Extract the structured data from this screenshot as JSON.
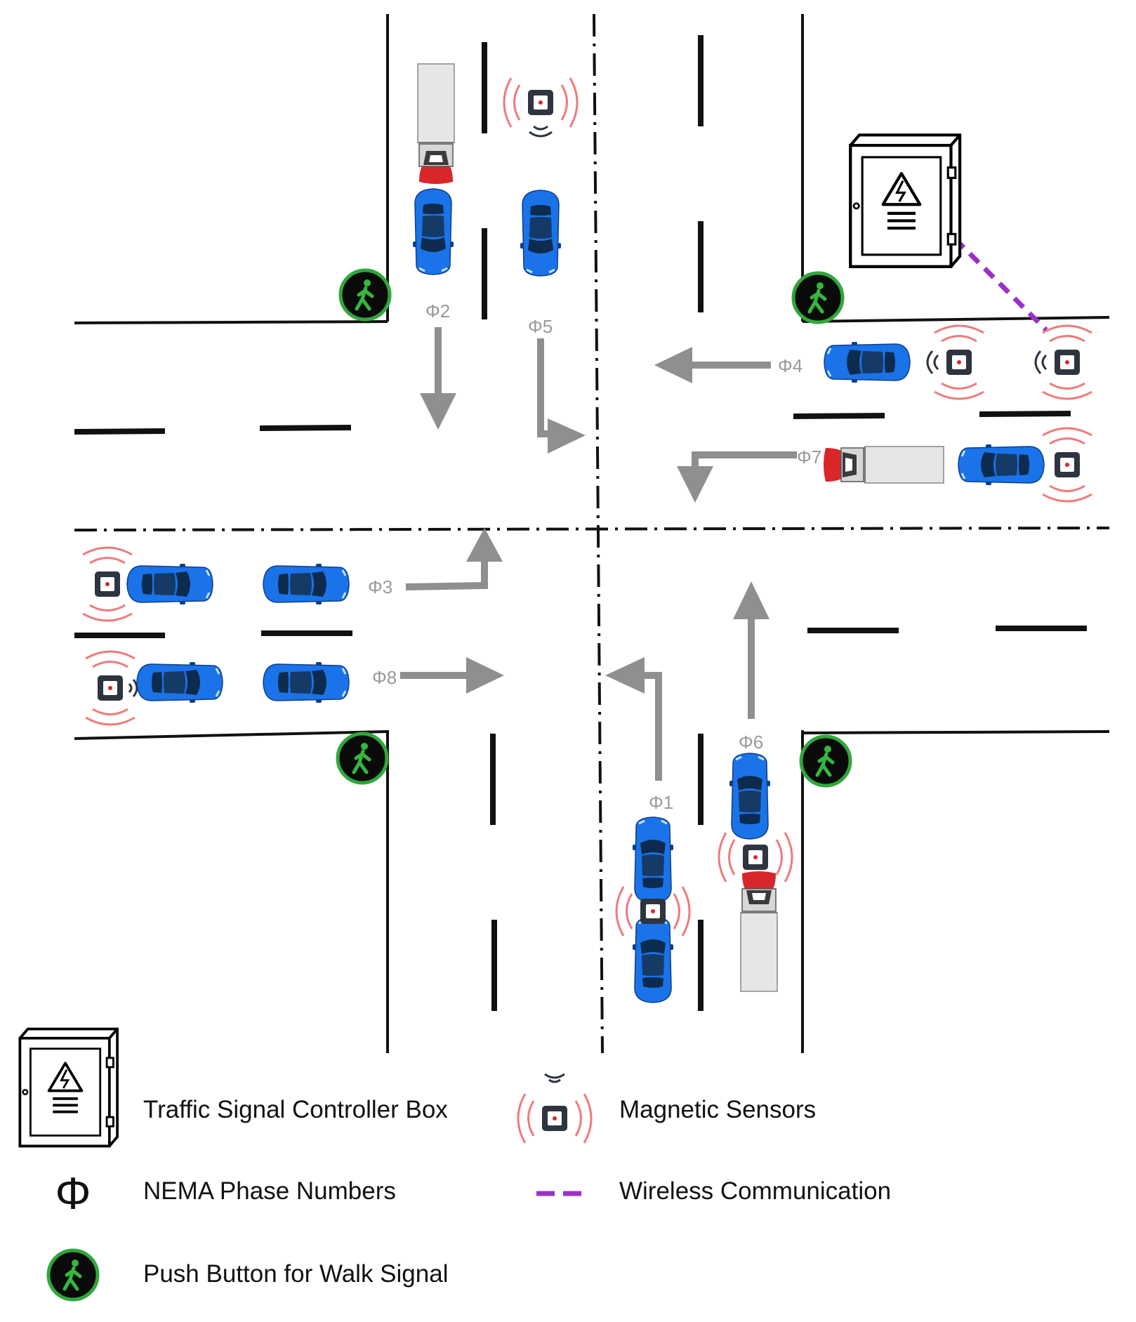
{
  "colors": {
    "car_blue": "#1A73E8",
    "car_dark": "#0D2B4F",
    "truck_body": "#E6E6E6",
    "truck_cab": "#D9262B",
    "arrow_gray": "#8F8F8F",
    "sensor_wave": "#F07A7A",
    "sensor_body": "#2E3440",
    "walk_ring": "#2FA83A",
    "walk_fill": "#0A0A0A",
    "walk_figure": "#35B640",
    "wireless": "#9B30C9",
    "road_line": "#111111"
  },
  "phases": {
    "p1": "Φ1",
    "p2": "Φ2",
    "p3": "Φ3",
    "p4": "Φ4",
    "p5": "Φ5",
    "p6": "Φ6",
    "p7": "Φ7",
    "p8": "Φ8"
  },
  "legend": {
    "controller_box": "Traffic Signal Controller Box",
    "magnetic_sensors": "Magnetic Sensors",
    "phi_symbol": "Φ",
    "nema_phase": "NEMA Phase Numbers",
    "wireless_comm": "Wireless Communication",
    "push_button": "Push Button for Walk Signal"
  },
  "icons": {
    "controller": "controller-box-icon",
    "sensor": "magnetic-sensor-icon",
    "walk": "walk-button-icon",
    "car": "car-icon",
    "truck": "truck-icon"
  }
}
